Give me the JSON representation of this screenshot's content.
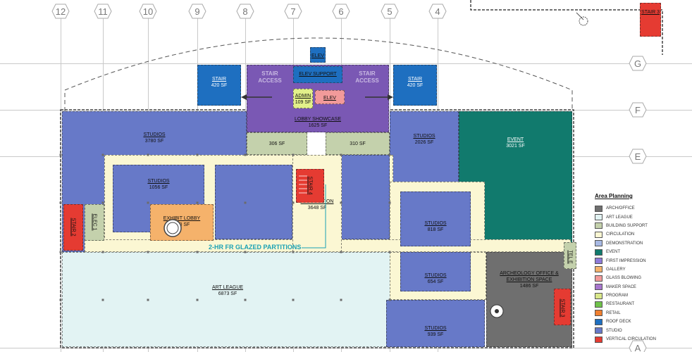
{
  "grid_columns": [
    "12",
    "11",
    "10",
    "9",
    "8",
    "7",
    "6",
    "5",
    "4"
  ],
  "grid_rows": [
    "G",
    "F",
    "E",
    "A"
  ],
  "partition_label": "2-HR FR GLAZED PARTITIONS",
  "stair_access_label": "STAIR ACCESS",
  "rooms": [
    {
      "id": "studios-3780",
      "name": "STUDIOS",
      "area": "3780 SF",
      "type": "studio"
    },
    {
      "id": "studios-1056",
      "name": "STUDIOS",
      "area": "1056 SF",
      "type": "studio"
    },
    {
      "id": "studios-2026",
      "name": "STUDIOS",
      "area": "2026 SF",
      "type": "studio"
    },
    {
      "id": "studios-818",
      "name": "STUDIOS",
      "area": "818 SF",
      "type": "studio"
    },
    {
      "id": "studios-654",
      "name": "STUDIOS",
      "area": "654 SF",
      "type": "studio"
    },
    {
      "id": "studios-939",
      "name": "STUDIOS",
      "area": "939 SF",
      "type": "studio"
    },
    {
      "id": "event-3021",
      "name": "EVENT",
      "area": "3021 SF",
      "type": "event"
    },
    {
      "id": "art-league-6873",
      "name": "ART LEAGUE",
      "area": "6873 SF",
      "type": "art_league"
    },
    {
      "id": "circulation-3648",
      "name": "CIRCULATION",
      "area": "3648 SF",
      "type": "circulation"
    },
    {
      "id": "exhibit-lobby-400",
      "name": "EXHIBIT LOBBY",
      "area": "400 SF",
      "type": "gallery"
    },
    {
      "id": "archeology-1486",
      "name": "ARCHEOLOGY OFFICE & EXHIBITION SPACE",
      "area": "1486 SF",
      "type": "arch_office"
    },
    {
      "id": "lobby-showcase-1625",
      "name": "LOBBY SHOWCASE",
      "area": "1625 SF",
      "type": "maker_space"
    },
    {
      "id": "stair-420-left",
      "name": "STAIR",
      "area": "420 SF",
      "type": "roof_deck"
    },
    {
      "id": "stair-420-right",
      "name": "STAIR",
      "area": "420 SF",
      "type": "roof_deck"
    },
    {
      "id": "elev-support",
      "name": "ELEV SUPPORT",
      "area": "",
      "type": "roof_deck"
    },
    {
      "id": "elev-top",
      "name": "ELEV",
      "area": "",
      "type": "roof_deck"
    },
    {
      "id": "admin-109",
      "name": "ADMIN",
      "area": "109 SF",
      "type": "first_impression"
    },
    {
      "id": "elev-pink",
      "name": "ELEV",
      "area": "",
      "type": "glass_blowing"
    },
    {
      "id": "support-306",
      "name": "",
      "area": "306 SF",
      "type": "building_support"
    },
    {
      "id": "support-310",
      "name": "",
      "area": "310 SF",
      "type": "building_support"
    },
    {
      "id": "stair-4",
      "name": "STAIR 4",
      "area": "",
      "type": "vertical_circulation"
    },
    {
      "id": "stair-2",
      "name": "STAIR 2",
      "area": "",
      "type": "vertical_circulation"
    },
    {
      "id": "elec-1",
      "name": "ELEC 1",
      "area": "",
      "type": "building_support"
    },
    {
      "id": "stair-3",
      "name": "STAIR 3",
      "area": "",
      "type": "vertical_circulation"
    },
    {
      "id": "tel-e",
      "name": "TEL E",
      "area": "",
      "type": "building_support"
    },
    {
      "id": "stair-3-top",
      "name": "STAIR 3",
      "area": "",
      "type": "vertical_circulation"
    }
  ],
  "colors": {
    "arch_office": "#6f6f6f",
    "art_league": "#e2f3f3",
    "building_support": "#c4d1ac",
    "circulation": "#fbf7d3",
    "demonstration": "#a8b9e4",
    "event": "#117a6d",
    "first_impression": "#8e7ad8",
    "gallery": "#f5b26b",
    "glass_blowing": "#f29a9a",
    "maker_space": "#a776cd",
    "program": "#d9e88a",
    "restaurant": "#6fc24a",
    "retail": "#f07f2e",
    "roof_deck": "#1e6fc0",
    "studio": "#6779c8",
    "vertical_circulation": "#e53b32",
    "lobby_showcase": "#7a58b4",
    "admin": "#e2f08a"
  },
  "legend": {
    "title": "Area Planning",
    "items": [
      {
        "label": "ARCH/OFFICE",
        "color": "#6f6f6f"
      },
      {
        "label": "ART LEAGUE",
        "color": "#e2f3f3"
      },
      {
        "label": "BUILDING SUPPORT",
        "color": "#c4d1ac"
      },
      {
        "label": "CIRCULATION",
        "color": "#fbf7d3"
      },
      {
        "label": "DEMONSTRATION",
        "color": "#a8b9e4"
      },
      {
        "label": "EVENT",
        "color": "#117a6d"
      },
      {
        "label": "FIRST IMPRESSION",
        "color": "#8e7ad8"
      },
      {
        "label": "GALLERY",
        "color": "#f5b26b"
      },
      {
        "label": "GLASS BLOWING",
        "color": "#f29a9a"
      },
      {
        "label": "MAKER SPACE",
        "color": "#a776cd"
      },
      {
        "label": "PROGRAM",
        "color": "#d9e88a"
      },
      {
        "label": "RESTAURANT",
        "color": "#6fc24a"
      },
      {
        "label": "RETAIL",
        "color": "#f07f2e"
      },
      {
        "label": "ROOF DECK",
        "color": "#1e6fc0"
      },
      {
        "label": "STUDIO",
        "color": "#6779c8"
      },
      {
        "label": "VERTICAL CIRCULATION",
        "color": "#e53b32"
      }
    ]
  }
}
